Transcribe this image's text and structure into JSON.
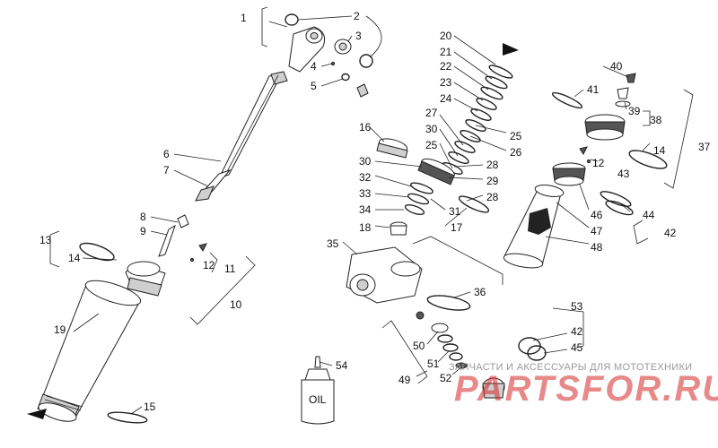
{
  "colors": {
    "line": "#222222",
    "watermark_logo": "#d62828",
    "watermark_text": "#9a9a9a",
    "shade": "#cfcfcf"
  },
  "labels": {
    "l1": "1",
    "l2": "2",
    "l3": "3",
    "l4": "4",
    "l5": "5",
    "l6": "6",
    "l7": "7",
    "l8": "8",
    "l9": "9",
    "l10": "10",
    "l11": "11",
    "l12a": "12",
    "l12b": "12",
    "l13": "13",
    "l14a": "14",
    "l14b": "14",
    "l15": "15",
    "l16": "16",
    "l17": "17",
    "l18": "18",
    "l19": "19",
    "l20": "20",
    "l21": "21",
    "l22": "22",
    "l23": "23",
    "l24": "24",
    "l25a": "25",
    "l25b": "25",
    "l26": "26",
    "l27": "27",
    "l28a": "28",
    "l28b": "28",
    "l29": "29",
    "l30a": "30",
    "l30b": "30",
    "l31": "31",
    "l32": "32",
    "l33": "33",
    "l34": "34",
    "l35": "35",
    "l36": "36",
    "l37": "37",
    "l38": "38",
    "l39": "39",
    "l40": "40",
    "l41": "41",
    "l42a": "42",
    "l42b": "42",
    "l43": "43",
    "l44": "44",
    "l45": "45",
    "l46": "46",
    "l47": "47",
    "l48": "48",
    "l49": "49",
    "l50": "50",
    "l51": "51",
    "l52": "52",
    "l53": "53",
    "l54": "54"
  },
  "bottle_label": "OIL",
  "watermark": {
    "text": "ЗАПЧАСТИ И АКСЕССУАРЫ ДЛЯ МОТОТЕХНИКИ",
    "logo": "PARTSFOR.RU"
  },
  "icons": [
    "arrow-indicator-icon",
    "oil-bottle-icon",
    "reservoir-logo-icon"
  ]
}
